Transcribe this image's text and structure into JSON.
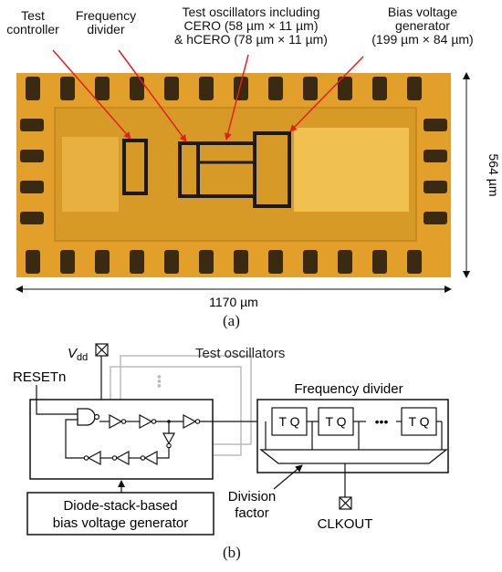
{
  "panel_a": {
    "caption": "(a)",
    "callouts": {
      "test_controller": [
        "Test",
        "controller"
      ],
      "frequency_divider": [
        "Frequency",
        "divider"
      ],
      "test_oscillators": [
        "Test oscillators including",
        "CERO (58 µm × 11 µm)",
        "& hCERO (78 µm × 11 µm)"
      ],
      "bias_voltage_generator": [
        "Bias voltage",
        "generator",
        "(199 µm × 84 µm)"
      ]
    },
    "width_dimension": "1170 µm",
    "height_dimension": "564 µm",
    "colors": {
      "die": "#e8a428",
      "callout_arrow": "#e02020",
      "highlight_box": "#1a1a1a",
      "pad": "#3a2a12"
    }
  },
  "panel_b": {
    "caption": "(b)",
    "vdd": {
      "main": "V",
      "sub": "dd"
    },
    "test_oscillators_label": "Test oscillators",
    "resetn_label": "RESETn",
    "frequency_divider_label": "Frequency divider",
    "flipflop_label": "T Q",
    "ellipsis": "•••",
    "division_factor_label": [
      "Division",
      "factor"
    ],
    "clkout_label": "CLKOUT",
    "bias_generator_label": [
      "Diode-stack-based",
      "bias voltage generator"
    ]
  }
}
